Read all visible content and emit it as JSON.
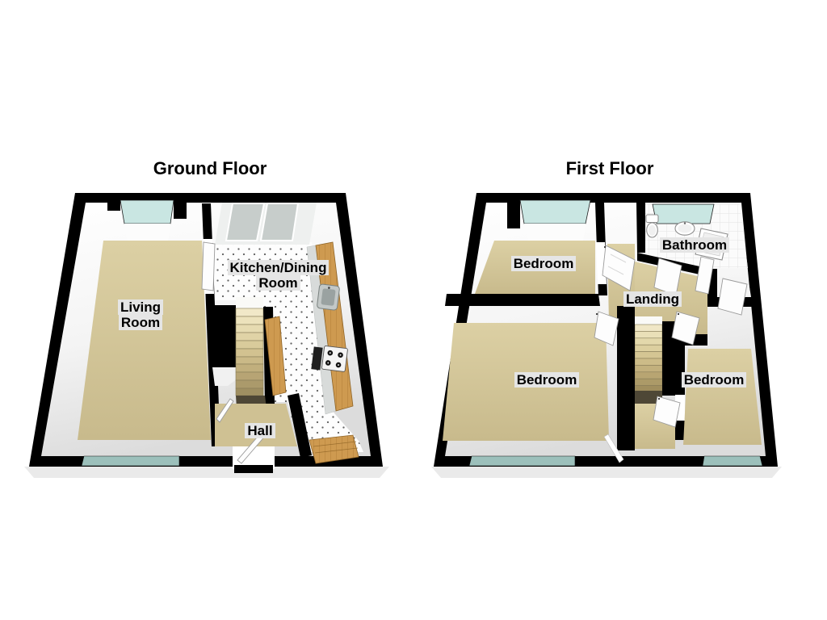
{
  "ground_floor": {
    "title": "Ground Floor",
    "living_room": {
      "line1": "Living",
      "line2": "Room"
    },
    "kitchen_dining": {
      "line1": "Kitchen/Dining",
      "line2": "Room"
    },
    "hall": {
      "line1": "Hall"
    },
    "features": [
      "front-window",
      "rear-window",
      "patio-doors",
      "staircase",
      "chimney-breast",
      "kitchen-counter",
      "sink",
      "oven",
      "hob",
      "peninsula-counter",
      "front-door",
      "back-door"
    ]
  },
  "first_floor": {
    "title": "First Floor",
    "bedroom_top": {
      "line1": "Bedroom"
    },
    "bathroom": {
      "line1": "Bathroom"
    },
    "landing": {
      "line1": "Landing"
    },
    "bedroom_left": {
      "line1": "Bedroom"
    },
    "bedroom_right": {
      "line1": "Bedroom"
    },
    "features": [
      "bedroom-windows",
      "bathroom-window",
      "toilet",
      "basin",
      "bath",
      "staircase",
      "panel-doors"
    ]
  },
  "colors": {
    "wall": "#000000",
    "carpet": "#d5c89c",
    "hall_carpet": "#cfc193",
    "window_glass": "#c9e6e2",
    "window_glass_dark": "#9cc0bb",
    "wood": "#cd9950",
    "patio_panel": "#c7cdcb",
    "tile_dot": "#3b3b3b",
    "label_bg": "#e5e5e5",
    "text": "#000000",
    "background": "#ffffff"
  }
}
